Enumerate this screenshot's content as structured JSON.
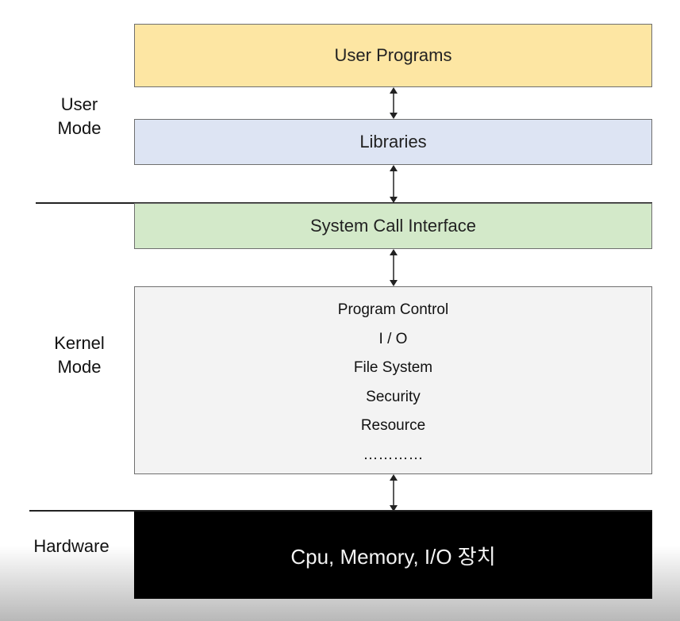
{
  "modes": {
    "user": "User\nMode",
    "kernel": "Kernel\nMode",
    "hardware": "Hardware"
  },
  "layers": {
    "user_programs": "User Programs",
    "libraries": "Libraries",
    "system_call_interface": "System Call Interface",
    "kernel_items": [
      "Program Control",
      "I / O",
      "File System",
      "Security",
      "Resource",
      "…………"
    ],
    "hardware": "Cpu, Memory, I/O 장치"
  },
  "colors": {
    "user_programs": "#fde6a3",
    "libraries": "#dde4f3",
    "system_call_interface": "#d3e9c9",
    "kernel": "#f3f3f3",
    "hardware": "#000000"
  }
}
